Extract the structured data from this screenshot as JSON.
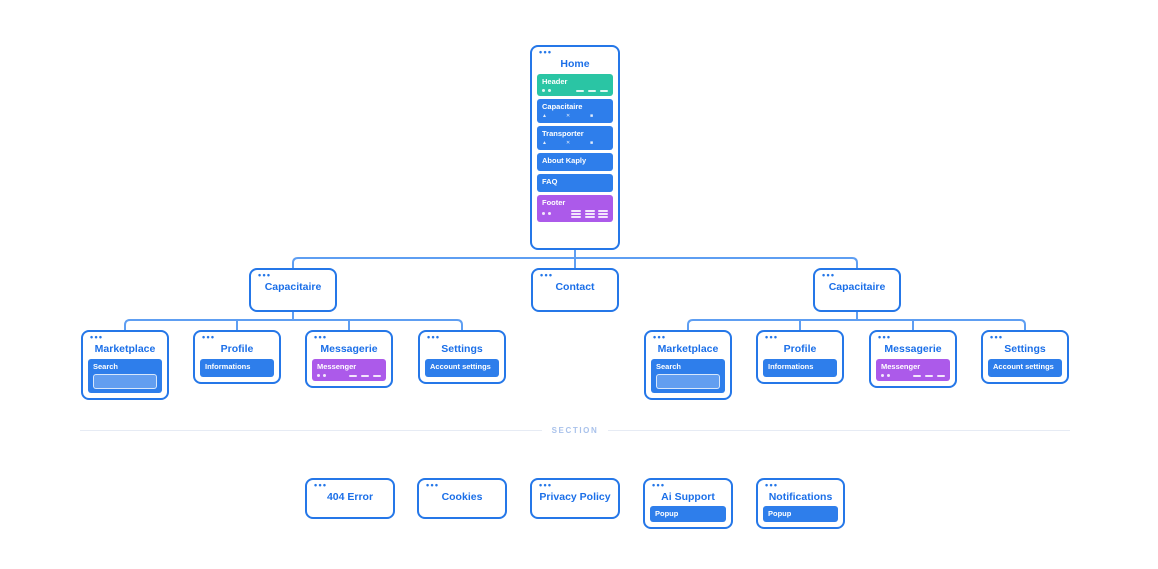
{
  "palette": {
    "canvas_bg": "#FFFFFF",
    "node_border": "#2577E8",
    "node_title": "#1B6FE8",
    "section_blue": "#2E7EEB",
    "section_green": "#2AC5A4",
    "section_purple": "#AC5AEA",
    "connector": "#5E9EF2",
    "divider_line": "#E6EBF4",
    "divider_text": "#A9C2EB"
  },
  "icons": {
    "menu_dots": "•••",
    "image_placeholder": "▲",
    "close_placeholder": "✕",
    "block_placeholder": "■"
  },
  "nodes": {
    "home": {
      "title": "Home",
      "sections": {
        "header": "Header",
        "capacitaire": "Capacitaire",
        "transporter": "Transporter",
        "about_kaply": "About Kaply",
        "faq": "FAQ",
        "footer": "Footer"
      }
    },
    "capacitaire": {
      "title": "Capacitaire"
    },
    "contact": {
      "title": "Contact"
    },
    "marketplace": {
      "title": "Marketplace",
      "section": "Search"
    },
    "profile": {
      "title": "Profile",
      "section": "Informations"
    },
    "messagerie": {
      "title": "Messagerie",
      "section": "Messenger"
    },
    "settings": {
      "title": "Settings",
      "section": "Account settings"
    },
    "error_404": {
      "title": "404 Error"
    },
    "cookies": {
      "title": "Cookies"
    },
    "privacy_policy": {
      "title": "Privacy Policy"
    },
    "ai_support": {
      "title": "Ai Support",
      "section": "Popup"
    },
    "notifications": {
      "title": "Notifications",
      "section": "Popup"
    }
  },
  "divider": {
    "label": "SECTION"
  }
}
